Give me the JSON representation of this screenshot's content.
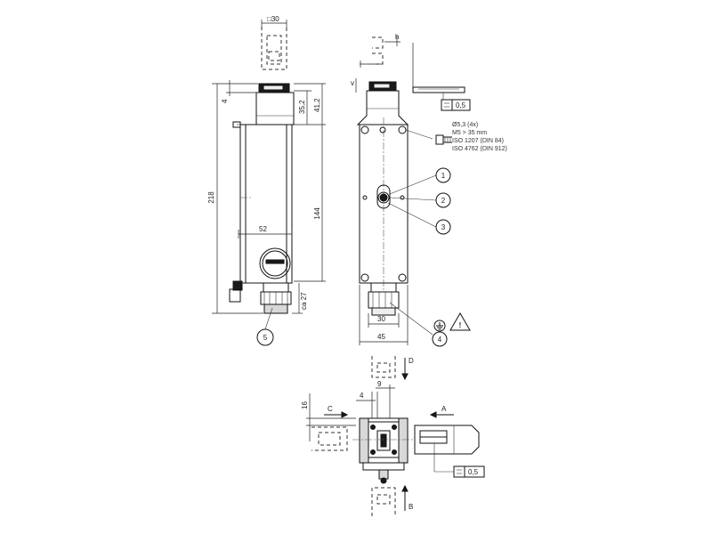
{
  "side_view": {
    "dim_square": "□30",
    "dim_total_height": "218",
    "dim_cap": "4",
    "dim_head_1": "35,2",
    "dim_head_2": "41,2",
    "dim_body_height": "144",
    "dim_width": "52",
    "dim_gland": "ca 27"
  },
  "front_view": {
    "dim_h": "h",
    "dim_v": "v",
    "flatness_value": "0,5",
    "mount_note": [
      "Ø5,3 (4x)",
      "M5 > 35 mm",
      "ISO 1207 (DIN 84)",
      "ISO 4762 (DIN 912)"
    ],
    "dim_inner": "30",
    "dim_outer": "45",
    "callouts": [
      "1",
      "2",
      "3",
      "4"
    ]
  },
  "side_callout": "5",
  "warning_symbol": "!",
  "top_view": {
    "dim_16": "16",
    "dim_4": "4",
    "dim_9": "9",
    "dir_a": "A",
    "dir_b": "B",
    "dir_c": "C",
    "dir_d": "D",
    "flatness_value": "0,5"
  }
}
